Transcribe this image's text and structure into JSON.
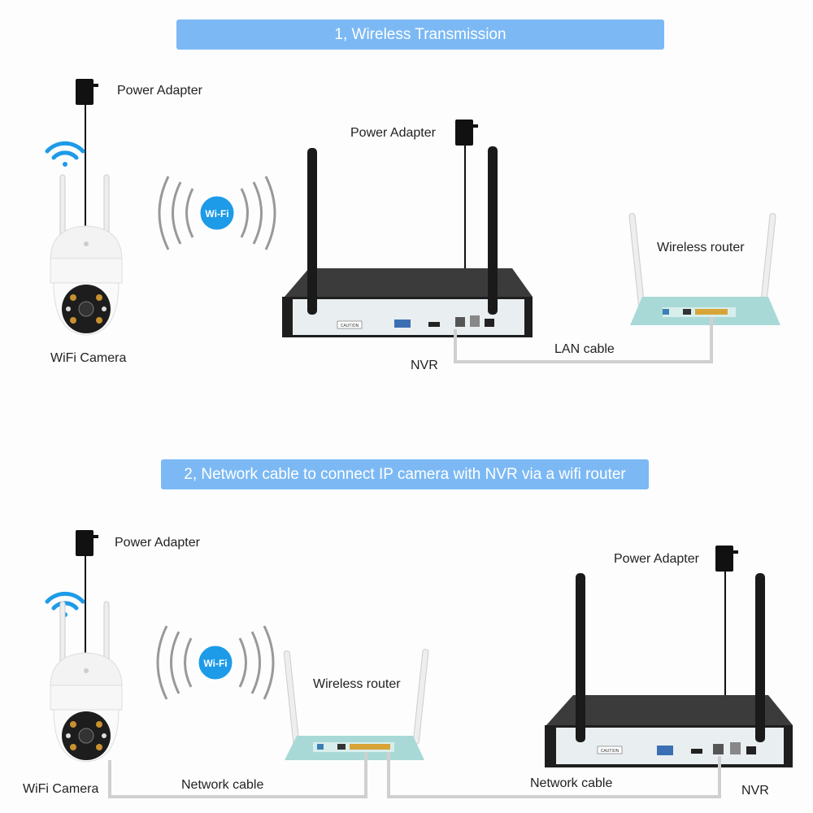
{
  "section1": {
    "title": "1, Wireless Transmission",
    "camera_power_label": "Power Adapter",
    "nvr_power_label": "Power Adapter",
    "camera_label": "WiFi Camera",
    "wifi_badge": "Wi-Fi",
    "router_label": "Wireless router",
    "nvr_label": "NVR",
    "cable_label": "LAN cable",
    "nvr_caution": "CAUTION"
  },
  "section2": {
    "title": "2, Network cable to connect IP camera with NVR via a wifi router",
    "camera_power_label": "Power Adapter",
    "nvr_power_label": "Power Adapter",
    "camera_label": "WiFi Camera",
    "wifi_badge": "Wi-Fi",
    "router_label": "Wireless router",
    "nvr_label": "NVR",
    "cable_label_left": "Network cable",
    "cable_label_right": "Network cable",
    "nvr_caution": "CAUTION"
  },
  "colors": {
    "banner": "#7cb9f4",
    "wifi_blue": "#1e9be8",
    "router": "#a9d9d6",
    "nvr": "#2a2a2a",
    "cable": "#d0d0d0"
  }
}
